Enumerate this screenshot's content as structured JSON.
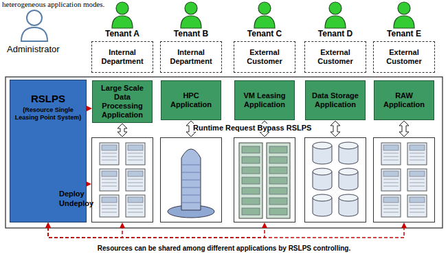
{
  "diagram": {
    "caption": "Resources can be shared among different applications by RSLPS controlling.",
    "nodes": [
      {
        "text": [
          "RSLPS",
          "(Resource Single Leasing Point System)"
        ]
      },
      {
        "text": [
          "Tenant A",
          "Internal Department"
        ]
      },
      {
        "text": [
          "Tenant B",
          "Internal Department"
        ]
      },
      {
        "text": [
          "Tenant C",
          "External Customer"
        ]
      },
      {
        "text": [
          "Tenant D",
          "External Customer"
        ]
      },
      {
        "text": [
          "Tenant E",
          "External Customer"
        ]
      },
      {
        "text": [
          "Large Scale Data Processing Application"
        ]
      },
      {
        "text": [
          "HPC Application"
        ]
      },
      {
        "text": [
          "VM Leasing Application"
        ]
      },
      {
        "text": [
          "Data Storage Application"
        ]
      },
      {
        "text": [
          "RAW Application"
        ]
      },
      {
        "text": []
      },
      {
        "text": []
      },
      {
        "text": []
      },
      {
        "text": []
      },
      {
        "text": []
      }
    ],
    "edges": [
      {
        "from": 6,
        "to": 11,
        "arrow": "both"
      },
      {
        "from": 7,
        "to": 12,
        "arrow": "both"
      },
      {
        "from": 8,
        "to": 13,
        "arrow": "both"
      },
      {
        "from": 9,
        "to": 14,
        "arrow": "both"
      },
      {
        "from": 10,
        "to": 15,
        "arrow": "both"
      },
      {
        "from": 0,
        "to": 6,
        "arrow": "to"
      },
      {
        "from": 0,
        "to": 11,
        "arrow": "to"
      },
      {
        "from": 0,
        "to": 11,
        "arrow": "both"
      },
      {
        "from": 0,
        "to": 13,
        "arrow": "both"
      },
      {
        "from": 0,
        "to": 15,
        "arrow": "both"
      }
    ],
    "labels": [
      "heterogeneous application modes.",
      "Administrator",
      "Runtime Request Bypass RSLPS",
      "Deploy",
      "Undeploy"
    ]
  }
}
